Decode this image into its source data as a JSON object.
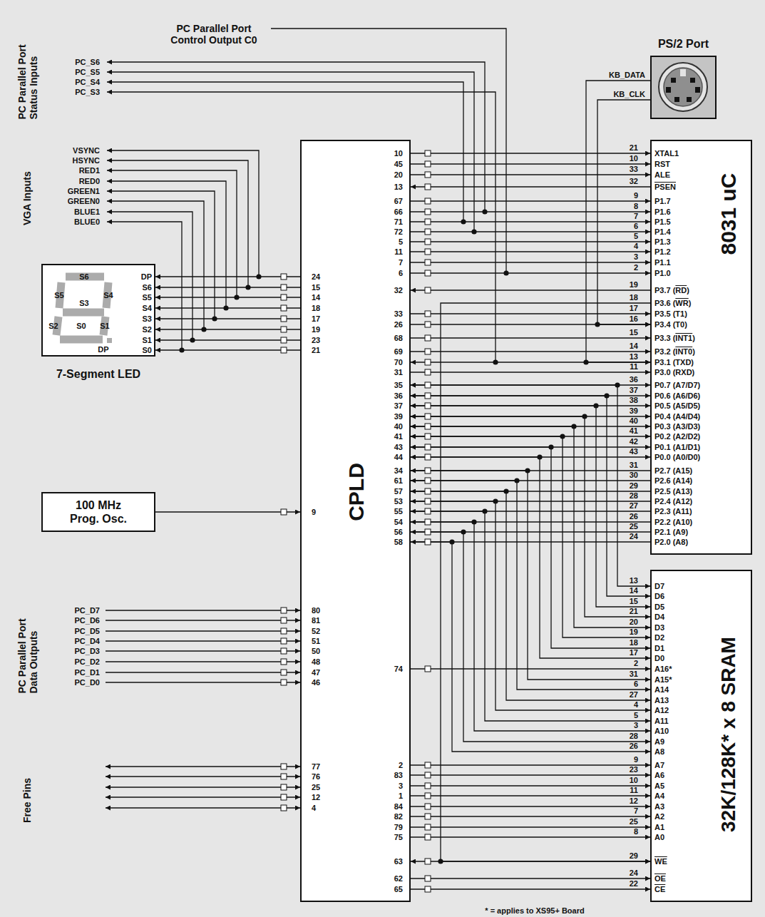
{
  "diagram": {
    "nodes": [
      {
        "text": [
          "PS/2 Port"
        ]
      },
      {
        "text": [
          "CPLD"
        ]
      },
      {
        "text": [
          "8031 uC"
        ]
      },
      {
        "text": [
          "7-Segment LED"
        ]
      },
      {
        "text": [
          "100 MHz Prog. Osc."
        ]
      },
      {
        "text": [
          "32K/128K* x 8 SRAM"
        ]
      }
    ],
    "edges": [
      {
        "from": 4,
        "to": 1,
        "arrow": "to"
      },
      {
        "from": 1,
        "to": 3,
        "arrow": "to"
      },
      {
        "from": 1,
        "to": 3,
        "arrow": "to"
      },
      {
        "from": 1,
        "to": 3,
        "arrow": "to"
      },
      {
        "from": 1,
        "to": 3,
        "arrow": "to"
      },
      {
        "from": 1,
        "to": 3,
        "arrow": "to"
      },
      {
        "from": 1,
        "to": 3,
        "arrow": "to"
      },
      {
        "from": 1,
        "to": 3,
        "arrow": "to"
      },
      {
        "from": 1,
        "to": 3,
        "arrow": "to"
      },
      {
        "from": 1,
        "to": 2,
        "arrow": "to"
      },
      {
        "from": 1,
        "to": 2,
        "arrow": "to"
      },
      {
        "from": 1,
        "to": 2,
        "arrow": "to"
      },
      {
        "from": 2,
        "to": 1,
        "arrow": "to"
      },
      {
        "from": 1,
        "to": 2,
        "arrow": "to"
      },
      {
        "from": 1,
        "to": 2,
        "arrow": "to"
      },
      {
        "from": 1,
        "to": 2,
        "arrow": "to"
      },
      {
        "from": 1,
        "to": 2,
        "arrow": "to"
      },
      {
        "from": 1,
        "to": 2,
        "arrow": "to"
      },
      {
        "from": 1,
        "to": 2,
        "arrow": "to"
      },
      {
        "from": 1,
        "to": 2,
        "arrow": "to"
      },
      {
        "from": 1,
        "to": 2,
        "arrow": "to"
      },
      {
        "from": 2,
        "to": 1,
        "arrow": "to"
      },
      {
        "from": 1,
        "to": 2,
        "arrow": "to"
      },
      {
        "from": 1,
        "to": 2,
        "arrow": "to"
      },
      {
        "from": 1,
        "to": 2,
        "arrow": "to"
      },
      {
        "from": 1,
        "to": 2,
        "arrow": "to"
      },
      {
        "from": 1,
        "to": 2,
        "arrow": "both"
      },
      {
        "from": 1,
        "to": 2,
        "arrow": "to"
      },
      {
        "from": 1,
        "to": 2,
        "arrow": "both"
      },
      {
        "from": 1,
        "to": 2,
        "arrow": "both"
      },
      {
        "from": 1,
        "to": 2,
        "arrow": "both"
      },
      {
        "from": 1,
        "to": 2,
        "arrow": "both"
      },
      {
        "from": 1,
        "to": 2,
        "arrow": "both"
      },
      {
        "from": 1,
        "to": 2,
        "arrow": "both"
      },
      {
        "from": 1,
        "to": 2,
        "arrow": "both"
      },
      {
        "from": 1,
        "to": 2,
        "arrow": "both"
      },
      {
        "from": 2,
        "to": 1,
        "arrow": "to"
      },
      {
        "from": 2,
        "to": 1,
        "arrow": "to"
      },
      {
        "from": 2,
        "to": 1,
        "arrow": "to"
      },
      {
        "from": 2,
        "to": 1,
        "arrow": "to"
      },
      {
        "from": 2,
        "to": 1,
        "arrow": "to"
      },
      {
        "from": 2,
        "to": 1,
        "arrow": "to"
      },
      {
        "from": 2,
        "to": 1,
        "arrow": "to"
      },
      {
        "from": 2,
        "to": 1,
        "arrow": "to"
      },
      {
        "from": 1,
        "to": 5,
        "arrow": "both"
      },
      {
        "from": 1,
        "to": 5,
        "arrow": "both"
      },
      {
        "from": 1,
        "to": 5,
        "arrow": "both"
      },
      {
        "from": 1,
        "to": 5,
        "arrow": "both"
      },
      {
        "from": 1,
        "to": 5,
        "arrow": "both"
      },
      {
        "from": 1,
        "to": 5,
        "arrow": "both"
      },
      {
        "from": 1,
        "to": 5,
        "arrow": "both"
      },
      {
        "from": 1,
        "to": 5,
        "arrow": "both"
      },
      {
        "from": 1,
        "to": 5,
        "arrow": "to"
      },
      {
        "from": 1,
        "to": 5,
        "arrow": "to"
      },
      {
        "from": 1,
        "to": 5,
        "arrow": "to"
      },
      {
        "from": 1,
        "to": 5,
        "arrow": "to"
      },
      {
        "from": 1,
        "to": 5,
        "arrow": "to"
      },
      {
        "from": 1,
        "to": 5,
        "arrow": "to"
      },
      {
        "from": 1,
        "to": 5,
        "arrow": "to"
      },
      {
        "from": 1,
        "to": 5,
        "arrow": "to"
      },
      {
        "from": 1,
        "to": 5,
        "arrow": "to"
      },
      {
        "from": 1,
        "to": 5,
        "arrow": "to"
      },
      {
        "from": 1,
        "to": 5,
        "arrow": "to"
      },
      {
        "from": 1,
        "to": 5,
        "arrow": "to"
      },
      {
        "from": 1,
        "to": 5,
        "arrow": "to"
      },
      {
        "from": 1,
        "to": 5,
        "arrow": "to"
      },
      {
        "from": 1,
        "to": 5,
        "arrow": "to"
      },
      {
        "from": 1,
        "to": 5,
        "arrow": "to"
      },
      {
        "from": 1,
        "to": 5,
        "arrow": "to"
      },
      {
        "from": 1,
        "to": 5,
        "arrow": "both"
      },
      {
        "from": 1,
        "to": 5,
        "arrow": "to"
      },
      {
        "from": 1,
        "to": 5,
        "arrow": "to"
      },
      {
        "from": 2,
        "to": 5,
        "arrow": "to"
      },
      {
        "from": 0,
        "to": 2,
        "arrow": "to"
      },
      {
        "from": 0,
        "to": 2,
        "arrow": "to"
      }
    ],
    "labels": [
      "PC Parallel Port Status Inputs",
      "PC Parallel Port Control Output C0",
      "PC_S6",
      "PC_S5",
      "PC_S4",
      "PC_S3",
      "VGA Inputs",
      "VSYNC",
      "HSYNC",
      "RED1",
      "RED0",
      "GREEN1",
      "GREEN0",
      "BLUE1",
      "BLUE0",
      "KB_DATA",
      "KB_CLK",
      "S6",
      "S5",
      "S3",
      "S4",
      "S2",
      "S0",
      "S1",
      "DP",
      "DP",
      "S6",
      "S5",
      "S4",
      "S3",
      "S2",
      "S1",
      "S0",
      "24",
      "15",
      "14",
      "18",
      "17",
      "19",
      "23",
      "21",
      "9",
      "80",
      "81",
      "52",
      "51",
      "50",
      "48",
      "47",
      "46",
      "77",
      "76",
      "25",
      "12",
      "4",
      "PC_D7",
      "PC_D6",
      "PC_D5",
      "PC_D4",
      "PC_D3",
      "PC_D2",
      "PC_D1",
      "PC_D0",
      "PC Parallel Port Data Outputs",
      "Free Pins",
      "10",
      "45",
      "20",
      "13",
      "67",
      "66",
      "71",
      "72",
      "5",
      "11",
      "7",
      "6",
      "32",
      "33",
      "26",
      "68",
      "69",
      "70",
      "31",
      "35",
      "36",
      "37",
      "39",
      "40",
      "41",
      "43",
      "44",
      "34",
      "61",
      "57",
      "53",
      "55",
      "54",
      "56",
      "58",
      "74",
      "2",
      "83",
      "3",
      "1",
      "84",
      "82",
      "79",
      "75",
      "63",
      "62",
      "65",
      "21",
      "XTAL1",
      "10",
      "RST",
      "33",
      "ALE",
      "32",
      "PSEN",
      "9",
      "P1.7",
      "8",
      "P1.6",
      "7",
      "P1.5",
      "6",
      "P1.4",
      "5",
      "P1.3",
      "4",
      "P1.2",
      "3",
      "P1.1",
      "2",
      "P1.0",
      "19",
      "P3.7 (RD)",
      "18",
      "P3.6 (WR)",
      "17",
      "P3.5 (T1)",
      "16",
      "P3.4 (T0)",
      "15",
      "P3.3 (INT1)",
      "14",
      "P3.2 (INT0)",
      "13",
      "P3.1 (TXD)",
      "11",
      "P3.0 (RXD)",
      "36",
      "P0.7 (A7/D7)",
      "37",
      "P0.6 (A6/D6)",
      "38",
      "P0.5 (A5/D5)",
      "39",
      "P0.4 (A4/D4)",
      "40",
      "P0.3 (A3/D3)",
      "41",
      "P0.2 (A2/D2)",
      "42",
      "P0.1 (A1/D1)",
      "43",
      "P0.0 (A0/D0)",
      "31",
      "P2.7 (A15)",
      "30",
      "P2.6 (A14)",
      "29",
      "P2.5 (A13)",
      "28",
      "P2.4 (A12)",
      "27",
      "P2.3 (A11)",
      "26",
      "P2.2 (A10)",
      "25",
      "P2.1 (A9)",
      "24",
      "P2.0 (A8)",
      "13",
      "D7",
      "14",
      "D6",
      "15",
      "D5",
      "21",
      "D4",
      "20",
      "D3",
      "19",
      "D2",
      "18",
      "D1",
      "17",
      "D0",
      "2",
      "A16*",
      "31",
      "A15*",
      "6",
      "A14",
      "27",
      "A13",
      "4",
      "A12",
      "5",
      "A11",
      "3",
      "A10",
      "28",
      "A9",
      "26",
      "A8",
      "9",
      "A7",
      "23",
      "A6",
      "10",
      "A5",
      "11",
      "A4",
      "12",
      "A3",
      "7",
      "A2",
      "25",
      "A1",
      "8",
      "A0",
      "29",
      "WE",
      "24",
      "OE",
      "22",
      "CE",
      "* = applies to XS95+ Board"
    ]
  }
}
